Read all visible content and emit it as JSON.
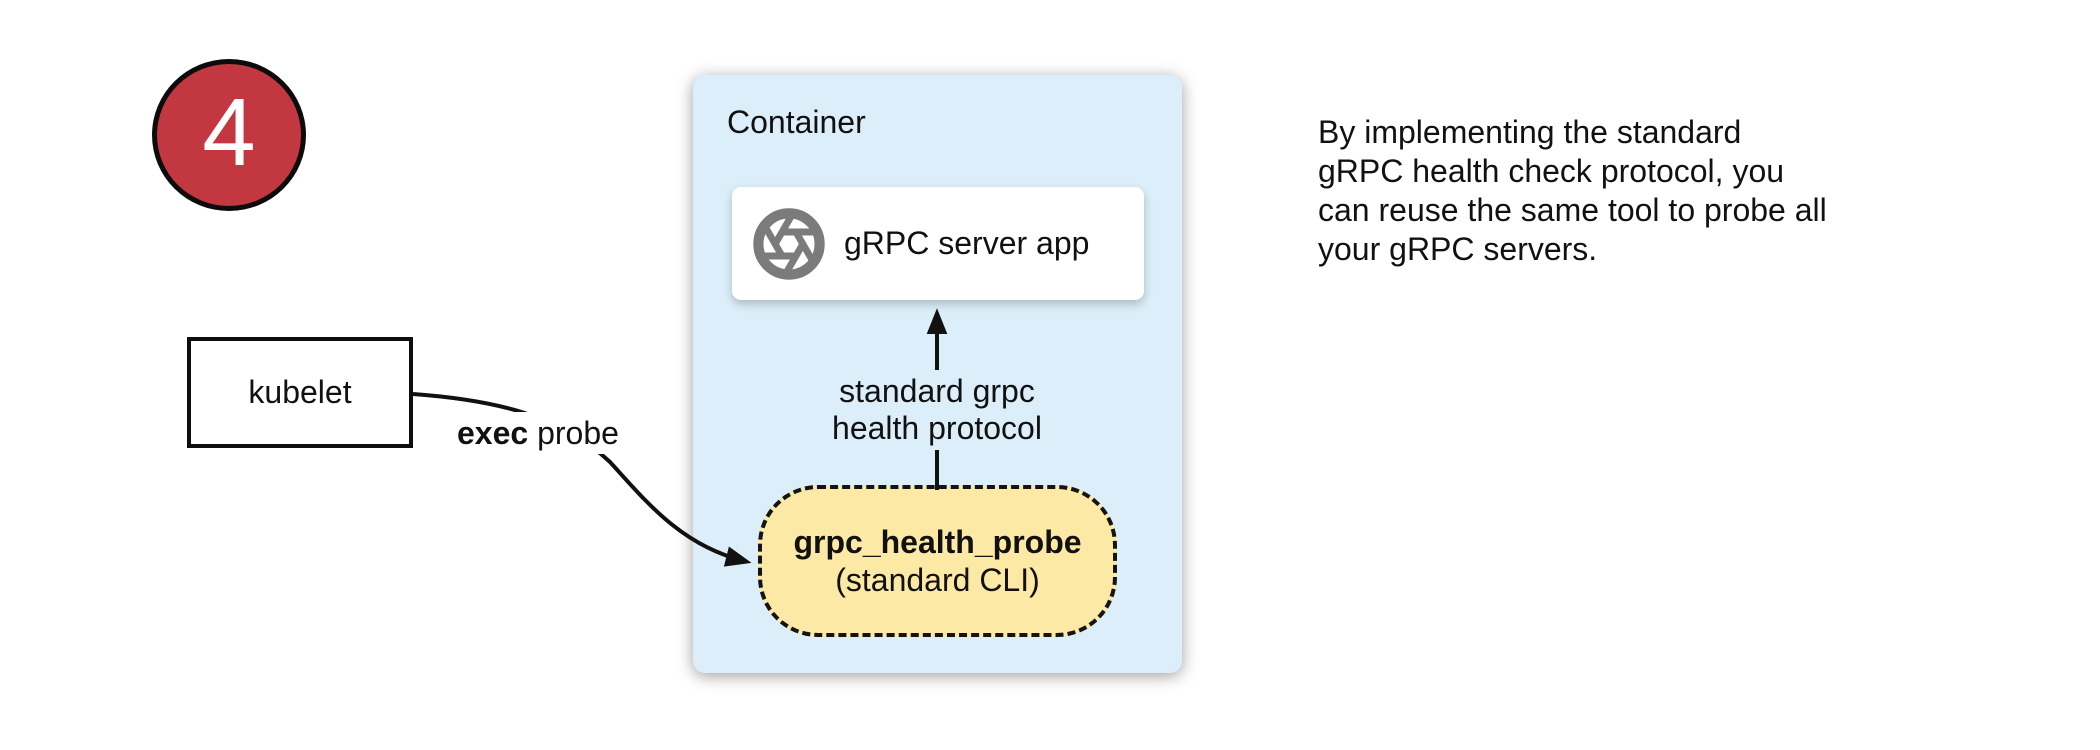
{
  "badge": {
    "number": "4"
  },
  "container": {
    "label": "Container"
  },
  "server_box": {
    "label": "gRPC server app",
    "icon": "aperture-icon"
  },
  "probe_box": {
    "title": "grpc_health_probe",
    "subtitle": "(standard CLI)"
  },
  "kubelet_box": {
    "label": "kubelet"
  },
  "arrows": {
    "health_label_line1": "standard grpc",
    "health_label_line2": "health protocol",
    "exec_label_bold": "exec",
    "exec_label_rest": " probe"
  },
  "note": {
    "lines": [
      "By implementing the standard",
      "gRPC health check protocol, you",
      "can reuse the same tool to probe all",
      "your gRPC servers."
    ]
  },
  "colors": {
    "badge_red": "#c23740",
    "container_blue": "#dceef9",
    "probe_yellow": "#fce9a5",
    "icon_gray": "#7b7b7b",
    "line_black": "#111111"
  }
}
